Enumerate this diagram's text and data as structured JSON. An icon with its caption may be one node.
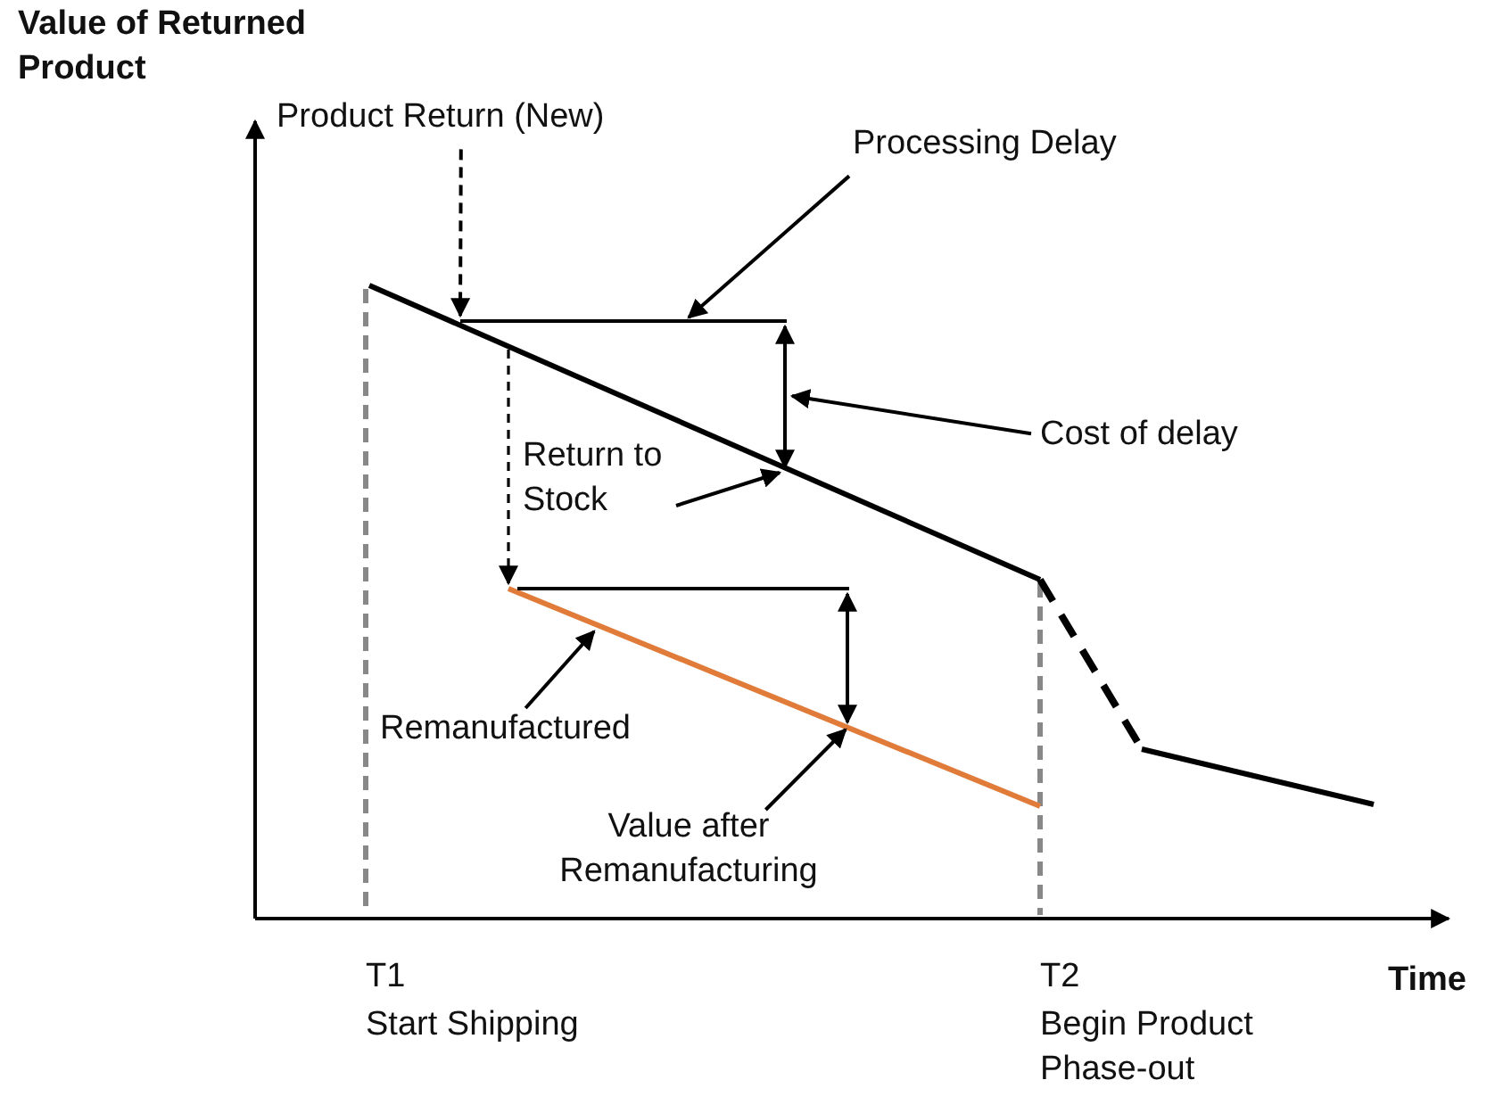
{
  "diagram": {
    "nodes": [
      {
        "text": [
          "Product Return (New)"
        ]
      },
      {
        "text": [
          "Processing Delay"
        ]
      },
      {
        "text": [
          "Cost of delay"
        ]
      },
      {
        "text": [
          "Return to Stock"
        ]
      },
      {
        "text": [
          "Remanufactured"
        ]
      },
      {
        "text": [
          "Value after Remanufacturing"
        ]
      }
    ],
    "edges": [
      {
        "from": 0,
        "to": null,
        "arrow": "to",
        "style": "dashed"
      },
      {
        "from": 1,
        "to": null,
        "arrow": "to"
      },
      {
        "from": 2,
        "to": null,
        "arrow": "to"
      },
      {
        "from": 3,
        "to": null,
        "arrow": "to"
      },
      {
        "from": 4,
        "to": null,
        "arrow": "to"
      },
      {
        "from": 5,
        "to": null,
        "arrow": "to"
      }
    ],
    "labels": [
      "Value of Returned Product",
      "Time",
      "T1",
      "Start Shipping",
      "T2",
      "Begin Product Phase-out"
    ]
  }
}
